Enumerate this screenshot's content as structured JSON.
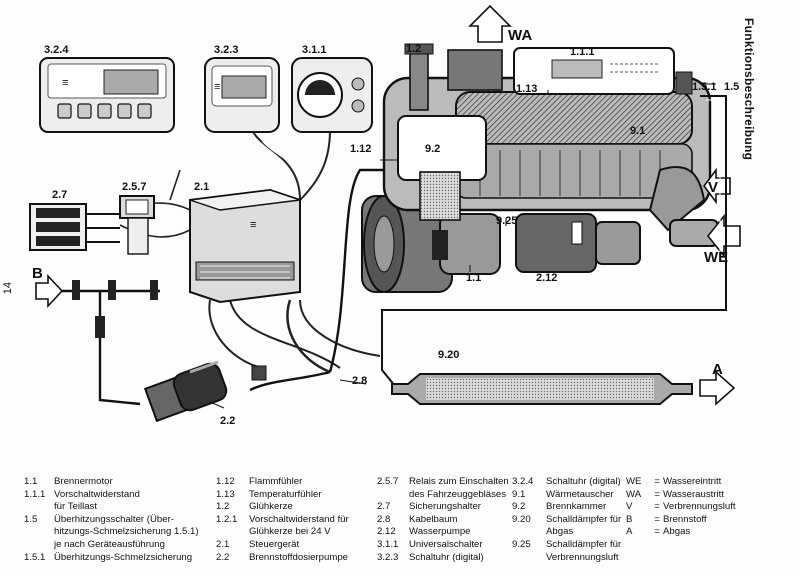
{
  "page": {
    "side_title": "Funktionsbeschreibung",
    "page_number": "14"
  },
  "labels": {
    "c324": "3.2.4",
    "c323": "3.2.3",
    "c311": "3.1.1",
    "c12": "1.2",
    "wa": "WA",
    "c111": "1.1.1",
    "c113": "1.13",
    "c151": "1.5.1",
    "c15": "1.5",
    "c91": "9.1",
    "c112": "1.12",
    "c92": "9.2",
    "c27": "2.7",
    "c257": "2.5.7",
    "c21": "2.1",
    "v": "V",
    "c925": "9.25",
    "we": "WE",
    "b": "B",
    "c11": "1.1",
    "c212": "2.12",
    "c920": "9.20",
    "c28": "2.8",
    "a": "A",
    "c22": "2.2"
  },
  "legend": {
    "col1": [
      {
        "key": "1.1",
        "text": "Brennermotor"
      },
      {
        "key": "1.1.1",
        "text": "Vorschaltwiderstand\nfür Teillast"
      },
      {
        "key": "1.5",
        "text": "Überhitzungsschalter (Über-\nhitzungs-Schmelzsicherung 1.5.1)\nje nach Geräteausführung"
      },
      {
        "key": "1.5.1",
        "text": "Überhitzungs-Schmelzsicherung"
      }
    ],
    "col2": [
      {
        "key": "1.12",
        "text": "Flammfühler"
      },
      {
        "key": "1.13",
        "text": "Temperaturfühler"
      },
      {
        "key": "1.2",
        "text": "Glühkerze"
      },
      {
        "key": "1.2.1",
        "text": "Vorschaltwiderstand für\nGlühkerze bei 24 V"
      },
      {
        "key": "2.1",
        "text": "Steuergerät"
      },
      {
        "key": "2.2",
        "text": "Brennstoffdosierpumpe"
      }
    ],
    "col3": [
      {
        "key": "2.5.7",
        "text": "Relais zum Einschalten\ndes Fahrzeuggebläses"
      },
      {
        "key": "2.7",
        "text": "Sicherungshalter"
      },
      {
        "key": "2.8",
        "text": "Kabelbaum"
      },
      {
        "key": "2.12",
        "text": "Wasserpumpe"
      },
      {
        "key": "3.1.1",
        "text": "Universalschalter"
      },
      {
        "key": "3.2.3",
        "text": "Schaltuhr (digital)"
      }
    ],
    "col4": [
      {
        "key": "3.2.4",
        "text": "Schaltuhr (digital)"
      },
      {
        "key": "9.1",
        "text": "Wärmetauscher"
      },
      {
        "key": "9.2",
        "text": "Brennkammer"
      },
      {
        "key": "9.20",
        "text": "Schalldämpfer für\nAbgas"
      },
      {
        "key": "9.25",
        "text": "Schalldämpfer für\nVerbrennungsluft"
      }
    ],
    "col5": [
      {
        "key": "WE",
        "eq": "=",
        "text": "Wassereintritt"
      },
      {
        "key": "WA",
        "eq": "=",
        "text": "Wasseraustritt"
      },
      {
        "key": "V",
        "eq": "=",
        "text": "Verbrennungsluft"
      },
      {
        "key": "B",
        "eq": "=",
        "text": "Brennstoff"
      },
      {
        "key": "A",
        "eq": "=",
        "text": "Abgas"
      }
    ]
  }
}
